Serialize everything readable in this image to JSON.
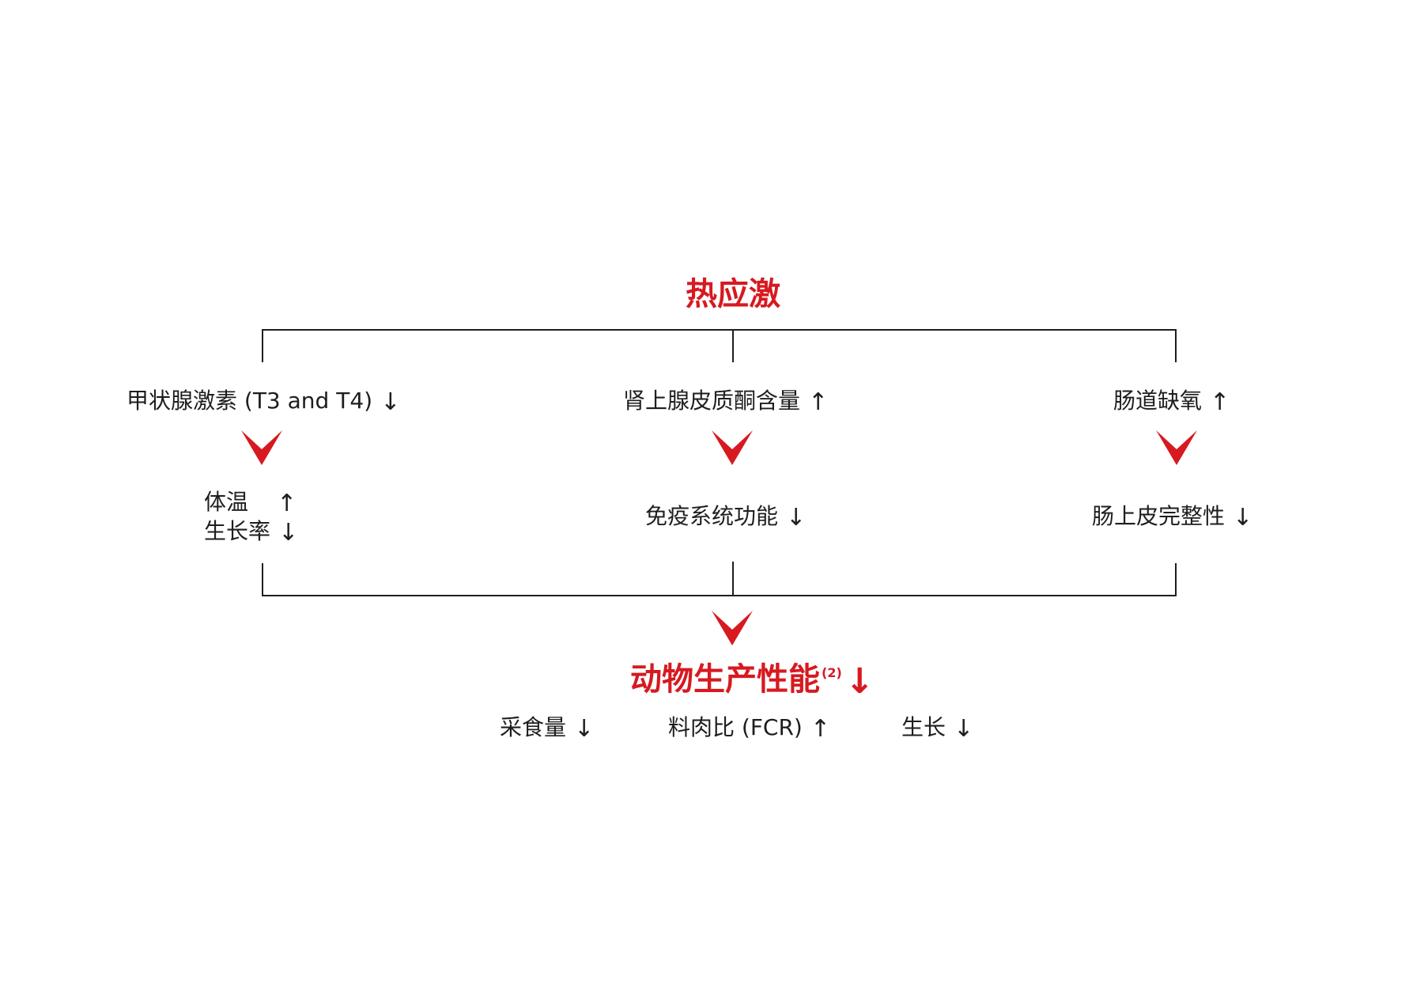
{
  "title": "热应激",
  "branches": [
    {
      "cause": "甲状腺激素 (T3 and T4)",
      "cause_arrow": "↓",
      "effects": [
        {
          "text": "体温",
          "arrow": "↑"
        },
        {
          "text": "生长率",
          "arrow": "↓"
        }
      ]
    },
    {
      "cause": "肾上腺皮质酮含量",
      "cause_arrow": "↑",
      "effects": [
        {
          "text": "免疫系统功能",
          "arrow": "↓"
        }
      ]
    },
    {
      "cause": "肠道缺氧",
      "cause_arrow": "↑",
      "effects": [
        {
          "text": "肠上皮完整性",
          "arrow": "↓"
        }
      ]
    }
  ],
  "result": {
    "text": "动物生产性能",
    "superscript": "(2)",
    "arrow": "↓"
  },
  "outcomes": [
    {
      "text": "采食量",
      "arrow": "↓"
    },
    {
      "text": "料肉比 (FCR)",
      "arrow": "↑"
    },
    {
      "text": "生长",
      "arrow": "↓"
    }
  ],
  "colors": {
    "accent": "#d71920",
    "line": "#1e1e1e",
    "text": "#1e1e1e"
  },
  "icons": {
    "flow_chevron": "red-chevron-down-icon",
    "trend_arrow": "up-down-arrow-icon"
  }
}
